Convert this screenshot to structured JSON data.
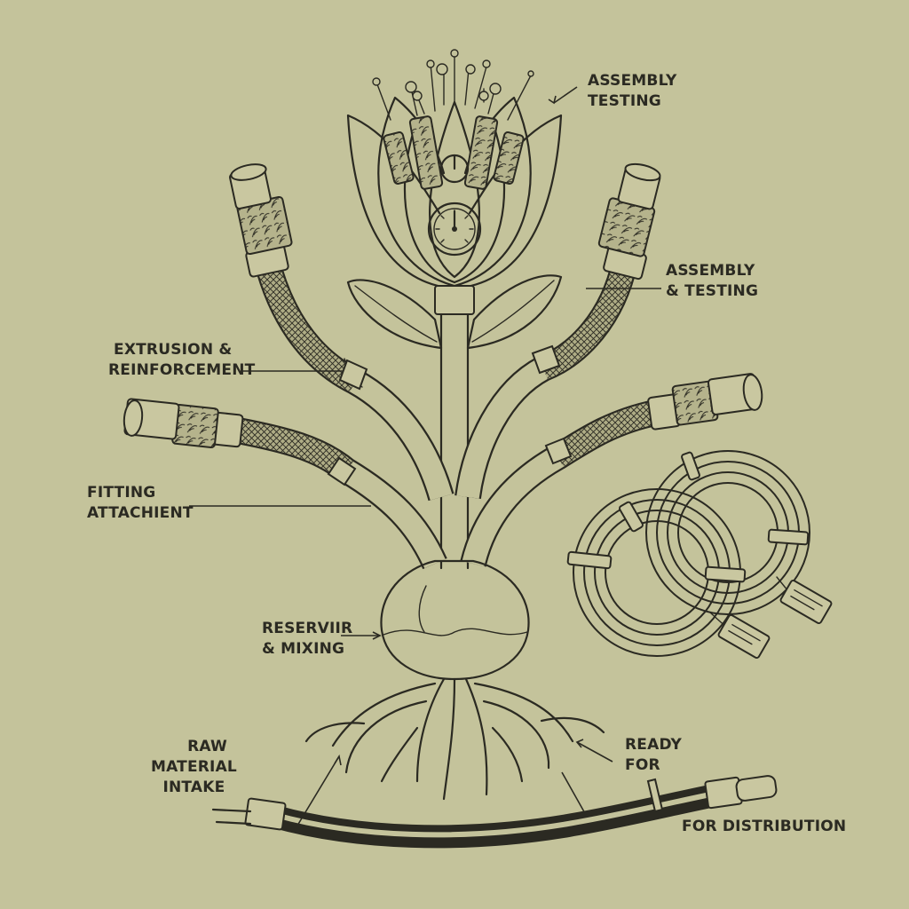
{
  "diagram": {
    "labels": {
      "assembly_testing_top": [
        "ASSEMBLY",
        "TESTING"
      ],
      "assembly_testing_right": [
        "ASSEMBLY",
        "& TESTING"
      ],
      "extrusion": [
        "EXTRUSION &",
        "REINFORCEMENT"
      ],
      "fitting": [
        "FITTING",
        "ATTACHIENT"
      ],
      "reservoir": [
        "RESERVIIR",
        "& MIXING"
      ],
      "raw_material": [
        "RAW",
        "MATERIAL",
        "INTAKE"
      ],
      "ready_for": [
        "READY",
        "FOR"
      ],
      "for_distribution": "FOR DISTRIBUTION"
    },
    "colors": {
      "background": "#c4c39b",
      "ink": "#2b2a22"
    },
    "icons": [
      "gauge-icon",
      "power-icon",
      "tag-icon"
    ]
  }
}
